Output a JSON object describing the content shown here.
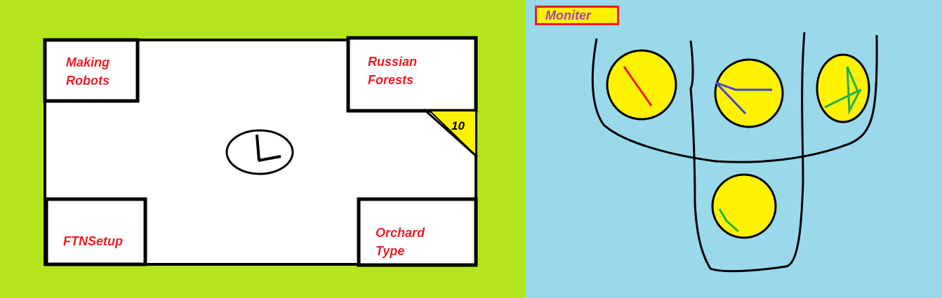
{
  "left_panel": {
    "background": "#b5e61d",
    "room": {
      "corner_rooms": [
        {
          "label": "Making\nRobots",
          "position": "top-left"
        },
        {
          "label": "Russian\nForests",
          "position": "top-right"
        },
        {
          "label": "FTNSetup",
          "position": "bottom-left"
        },
        {
          "label": "Orchard\nType",
          "position": "bottom-right"
        }
      ],
      "door_badge": {
        "text": "10",
        "color": "#fff200"
      },
      "clock": {
        "icon": "clock-icon"
      }
    }
  },
  "right_panel": {
    "background": "#99d9ea",
    "title": "Moniter",
    "title_colors": {
      "fill": "#fff200",
      "border": "#ed1c24",
      "text": "#a349a4"
    },
    "gauges": [
      {
        "name": "gauge-1",
        "needle_color": "#ed1c24"
      },
      {
        "name": "gauge-2",
        "needle_color": "#3f48cc"
      },
      {
        "name": "gauge-3",
        "needle_color": "#22b14c"
      },
      {
        "name": "gauge-4",
        "needle_color": "#22b14c"
      }
    ]
  }
}
